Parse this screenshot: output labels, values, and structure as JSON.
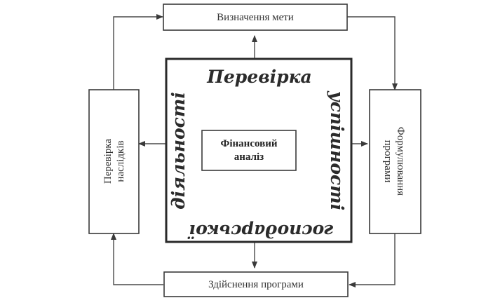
{
  "colors": {
    "stroke": "#3a3a3a",
    "text": "#333333",
    "background": "#ffffff"
  },
  "nodes": {
    "top": "Визначення мети",
    "right": [
      "Формулювання",
      "програми"
    ],
    "bottom": "Здійснення програми",
    "left": [
      "Перевірка",
      "наслідків"
    ],
    "center": [
      "Фінансовий",
      "аналіз"
    ]
  },
  "frame_words": {
    "top": "Перевірка",
    "right": "успішності",
    "bottom": "господарської",
    "left": "діяльності"
  }
}
